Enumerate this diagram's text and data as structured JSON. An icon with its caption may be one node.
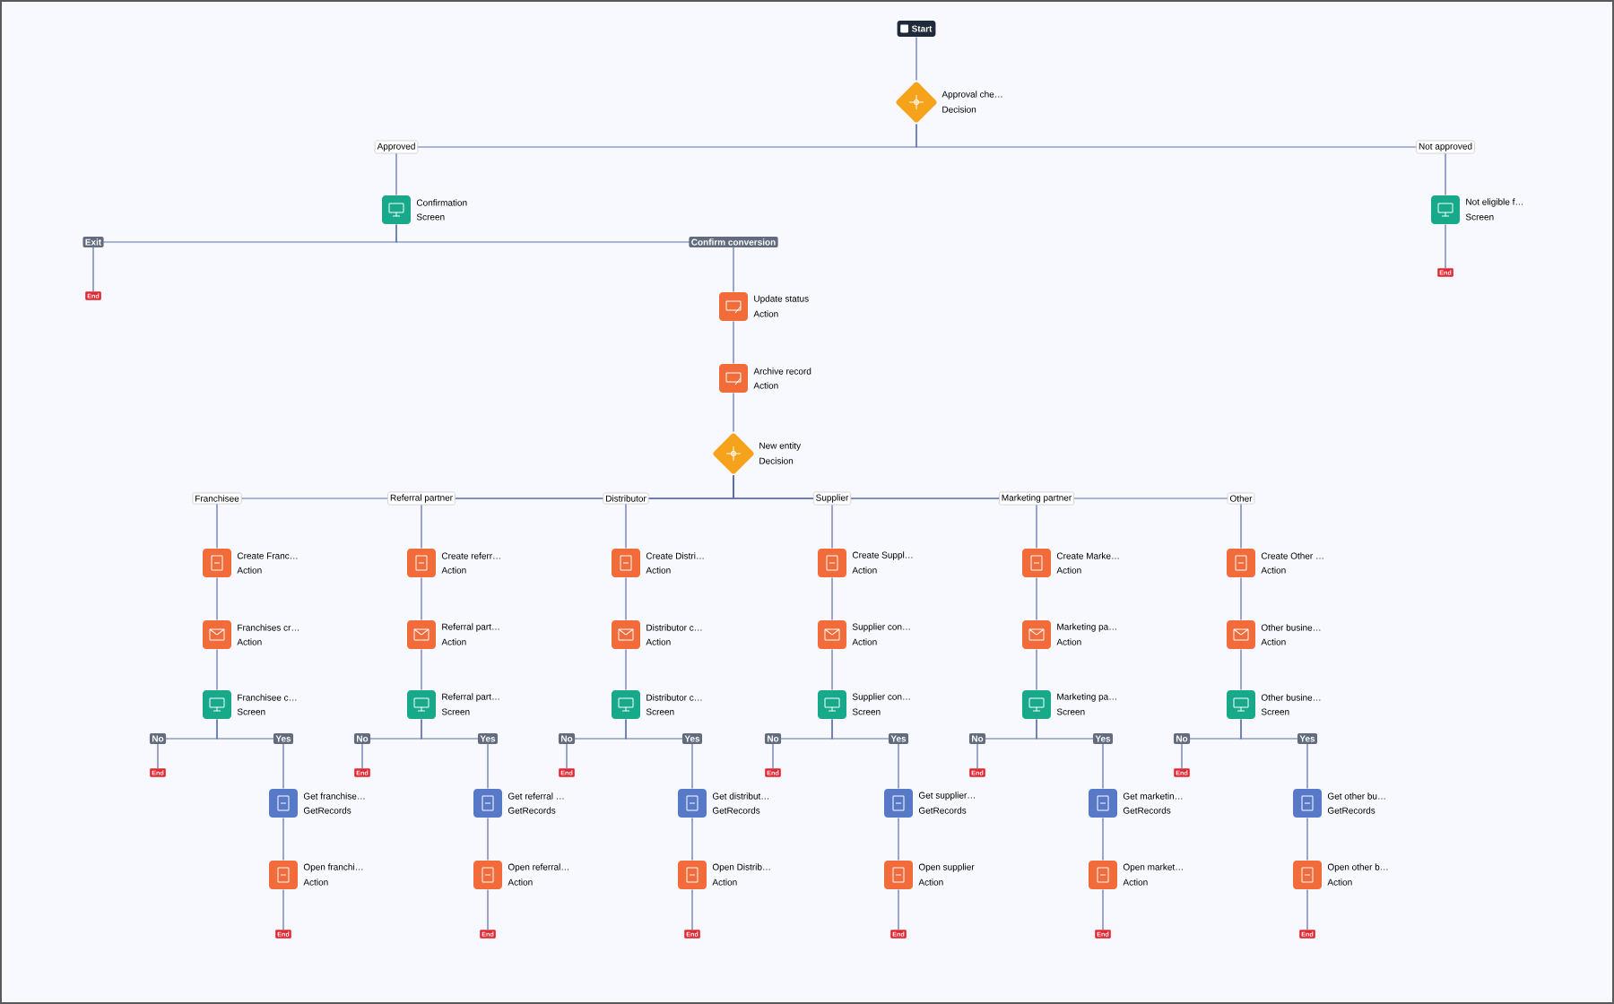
{
  "diagram": {
    "nodes": [
      {
        "text": [
          "Start"
        ]
      },
      {
        "text": [],
        "shape": "diamond",
        "beside": [
          "Approval che…",
          "Decision"
        ]
      },
      {
        "text": [],
        "shape": "box",
        "beside": [
          "Confirmation",
          "Screen"
        ]
      },
      {
        "text": [],
        "shape": "box",
        "beside": [
          "Not eligible f…",
          "Screen"
        ]
      },
      {
        "text": [
          "End"
        ]
      },
      {
        "text": [
          "End"
        ]
      },
      {
        "text": [],
        "shape": "box",
        "beside": [
          "Update status",
          "Action"
        ]
      },
      {
        "text": [],
        "shape": "box",
        "beside": [
          "Archive record",
          "Action"
        ]
      },
      {
        "text": [],
        "shape": "diamond",
        "beside": [
          "New entity",
          "Decision"
        ]
      },
      {
        "text": [],
        "shape": "box",
        "beside": [
          "Create Franc…",
          "Action"
        ]
      },
      {
        "text": [],
        "shape": "box",
        "beside": [
          "Franchises cr…",
          "Action"
        ]
      },
      {
        "text": [],
        "shape": "box",
        "beside": [
          "Franchisee c…",
          "Screen"
        ]
      },
      {
        "text": [
          "End"
        ]
      },
      {
        "text": [],
        "shape": "box",
        "beside": [
          "Get franchise…",
          "GetRecords"
        ]
      },
      {
        "text": [],
        "shape": "box",
        "beside": [
          "Open franchi…",
          "Action"
        ]
      },
      {
        "text": [
          "End"
        ]
      },
      {
        "text": [],
        "shape": "box",
        "beside": [
          "Create referr…",
          "Action"
        ]
      },
      {
        "text": [],
        "shape": "box",
        "beside": [
          "Referral part…",
          "Action"
        ]
      },
      {
        "text": [],
        "shape": "box",
        "beside": [
          "Referral part…",
          "Screen"
        ]
      },
      {
        "text": [
          "End"
        ]
      },
      {
        "text": [],
        "shape": "box",
        "beside": [
          "Get referral …",
          "GetRecords"
        ]
      },
      {
        "text": [],
        "shape": "box",
        "beside": [
          "Open referral…",
          "Action"
        ]
      },
      {
        "text": [
          "End"
        ]
      },
      {
        "text": [],
        "shape": "box",
        "beside": [
          "Create Distri…",
          "Action"
        ]
      },
      {
        "text": [],
        "shape": "box",
        "beside": [
          "Distributor c…",
          "Action"
        ]
      },
      {
        "text": [],
        "shape": "box",
        "beside": [
          "Distributor c…",
          "Screen"
        ]
      },
      {
        "text": [
          "End"
        ]
      },
      {
        "text": [],
        "shape": "box",
        "beside": [
          "Get distribut…",
          "GetRecords"
        ]
      },
      {
        "text": [],
        "shape": "box",
        "beside": [
          "Open Distrib…",
          "Action"
        ]
      },
      {
        "text": [
          "End"
        ]
      },
      {
        "text": [],
        "shape": "box",
        "beside": [
          "Create Suppl…",
          "Action"
        ]
      },
      {
        "text": [],
        "shape": "box",
        "beside": [
          "Supplier con…",
          "Action"
        ]
      },
      {
        "text": [],
        "shape": "box",
        "beside": [
          "Supplier con…",
          "Screen"
        ]
      },
      {
        "text": [
          "End"
        ]
      },
      {
        "text": [],
        "shape": "box",
        "beside": [
          "Get supplier…",
          "GetRecords"
        ]
      },
      {
        "text": [],
        "shape": "box",
        "beside": [
          "Open supplier",
          "Action"
        ]
      },
      {
        "text": [
          "End"
        ]
      },
      {
        "text": [],
        "shape": "box",
        "beside": [
          "Create Marke…",
          "Action"
        ]
      },
      {
        "text": [],
        "shape": "box",
        "beside": [
          "Marketing pa…",
          "Action"
        ]
      },
      {
        "text": [],
        "shape": "box",
        "beside": [
          "Marketing pa…",
          "Screen"
        ]
      },
      {
        "text": [
          "End"
        ]
      },
      {
        "text": [],
        "shape": "box",
        "beside": [
          "Get marketin…",
          "GetRecords"
        ]
      },
      {
        "text": [],
        "shape": "box",
        "beside": [
          "Open market…",
          "Action"
        ]
      },
      {
        "text": [
          "End"
        ]
      },
      {
        "text": [],
        "shape": "box",
        "beside": [
          "Create Other …",
          "Action"
        ]
      },
      {
        "text": [],
        "shape": "box",
        "beside": [
          "Other busine…",
          "Action"
        ]
      },
      {
        "text": [],
        "shape": "box",
        "beside": [
          "Other busine…",
          "Screen"
        ]
      },
      {
        "text": [
          "End"
        ]
      },
      {
        "text": [],
        "shape": "box",
        "beside": [
          "Get other bu…",
          "GetRecords"
        ]
      },
      {
        "text": [],
        "shape": "box",
        "beside": [
          "Open other b…",
          "Action"
        ]
      },
      {
        "text": [
          "End"
        ]
      }
    ],
    "edges": [
      {
        "from": 0,
        "to": 1,
        "arrow": "none"
      },
      {
        "from": 1,
        "to": 2,
        "arrow": "none",
        "label": "Approved"
      },
      {
        "from": 1,
        "to": 3,
        "arrow": "none",
        "label": "Not approved"
      },
      {
        "from": 2,
        "to": 4,
        "arrow": "none",
        "label": "Exit"
      },
      {
        "from": 2,
        "to": 6,
        "arrow": "none",
        "label": "Confirm conversion"
      },
      {
        "from": 3,
        "to": 5,
        "arrow": "none"
      },
      {
        "from": 6,
        "to": 7,
        "arrow": "none"
      },
      {
        "from": 7,
        "to": 8,
        "arrow": "none"
      },
      {
        "from": 8,
        "to": 9,
        "arrow": "none",
        "label": "Franchisee"
      },
      {
        "from": 9,
        "to": 10,
        "arrow": "none"
      },
      {
        "from": 10,
        "to": 11,
        "arrow": "none"
      },
      {
        "from": 11,
        "to": 12,
        "arrow": "none",
        "label": "No"
      },
      {
        "from": 11,
        "to": 13,
        "arrow": "none",
        "label": "Yes"
      },
      {
        "from": 13,
        "to": 14,
        "arrow": "none"
      },
      {
        "from": 14,
        "to": 15,
        "arrow": "none"
      },
      {
        "from": 8,
        "to": 16,
        "arrow": "none",
        "label": "Referral partner"
      },
      {
        "from": 16,
        "to": 17,
        "arrow": "none"
      },
      {
        "from": 17,
        "to": 18,
        "arrow": "none"
      },
      {
        "from": 18,
        "to": 19,
        "arrow": "none",
        "label": "No"
      },
      {
        "from": 18,
        "to": 20,
        "arrow": "none",
        "label": "Yes"
      },
      {
        "from": 20,
        "to": 21,
        "arrow": "none"
      },
      {
        "from": 21,
        "to": 22,
        "arrow": "none"
      },
      {
        "from": 8,
        "to": 23,
        "arrow": "none",
        "label": "Distributor"
      },
      {
        "from": 23,
        "to": 24,
        "arrow": "none"
      },
      {
        "from": 24,
        "to": 25,
        "arrow": "none"
      },
      {
        "from": 25,
        "to": 26,
        "arrow": "none",
        "label": "No"
      },
      {
        "from": 25,
        "to": 27,
        "arrow": "none",
        "label": "Yes"
      },
      {
        "from": 27,
        "to": 28,
        "arrow": "none"
      },
      {
        "from": 28,
        "to": 29,
        "arrow": "none"
      },
      {
        "from": 8,
        "to": 30,
        "arrow": "none",
        "label": "Supplier"
      },
      {
        "from": 30,
        "to": 31,
        "arrow": "none"
      },
      {
        "from": 31,
        "to": 32,
        "arrow": "none"
      },
      {
        "from": 32,
        "to": 33,
        "arrow": "none",
        "label": "No"
      },
      {
        "from": 32,
        "to": 34,
        "arrow": "none",
        "label": "Yes"
      },
      {
        "from": 34,
        "to": 35,
        "arrow": "none"
      },
      {
        "from": 35,
        "to": 36,
        "arrow": "none"
      },
      {
        "from": 8,
        "to": 37,
        "arrow": "none",
        "label": "Marketing partner"
      },
      {
        "from": 37,
        "to": 38,
        "arrow": "none"
      },
      {
        "from": 38,
        "to": 39,
        "arrow": "none"
      },
      {
        "from": 39,
        "to": 40,
        "arrow": "none",
        "label": "No"
      },
      {
        "from": 39,
        "to": 41,
        "arrow": "none",
        "label": "Yes"
      },
      {
        "from": 41,
        "to": 42,
        "arrow": "none"
      },
      {
        "from": 42,
        "to": 43,
        "arrow": "none"
      },
      {
        "from": 8,
        "to": 44,
        "arrow": "none",
        "label": "Other"
      },
      {
        "from": 44,
        "to": 45,
        "arrow": "none"
      },
      {
        "from": 45,
        "to": 46,
        "arrow": "none"
      },
      {
        "from": 46,
        "to": 47,
        "arrow": "none",
        "label": "No"
      },
      {
        "from": 46,
        "to": 48,
        "arrow": "none",
        "label": "Yes"
      },
      {
        "from": 48,
        "to": 49,
        "arrow": "none"
      },
      {
        "from": 49,
        "to": 50,
        "arrow": "none"
      }
    ]
  }
}
